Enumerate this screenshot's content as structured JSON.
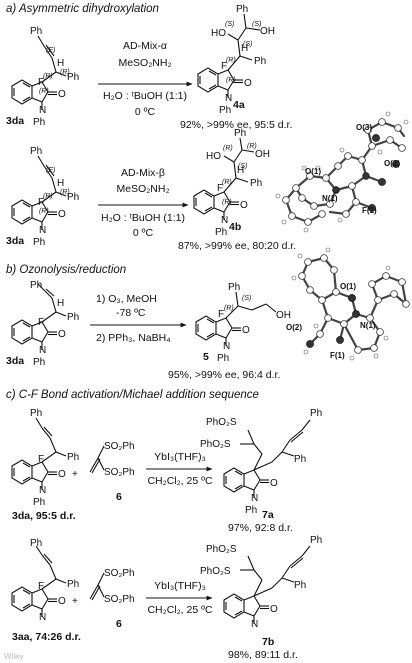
{
  "sections": {
    "a": "a) Asymmetric dihydroxylation",
    "b": "b) Ozonolysis/reduction",
    "c": "c) C-F Bond activation/Michael addition sequence"
  },
  "atoms": {
    "Ph": "Ph",
    "F": "F",
    "N": "N",
    "O": "O",
    "H": "H",
    "HO": "HO",
    "OH": "OH",
    "E": "(E)",
    "R": "(R)",
    "S": "(S)",
    "PhO2S": "PhO₂S",
    "SO2Ph": "SO₂Ph",
    "plus": "+"
  },
  "rxn1": {
    "sm_label": "3da",
    "cond": [
      "AD-Mix-α",
      "MeSO₂NH₂",
      "H₂O : ᵗBuOH (1:1)",
      "0 ºC"
    ],
    "prod_label": "4a",
    "result": "92%, >99% ee, 95:5 d.r."
  },
  "rxn2": {
    "sm_label": "3da",
    "cond": [
      "AD-Mix-β",
      "MeSO₂NH₂",
      "H₂O : ᵗBuOH (1:1)",
      "0 ºC"
    ],
    "prod_label": "4b",
    "result": "87%, >99% ee, 80:20 d.r.",
    "xray_labels": [
      "O(3)",
      "O(2)",
      "O(1)",
      "F(1)",
      "N(1)"
    ]
  },
  "rxn3": {
    "sm_label": "3da",
    "cond": [
      "1) O₃, MeOH",
      "-78 ºC",
      "2) PPh₃, NaBH₄"
    ],
    "prod_label": "5",
    "result": "95%, >99% ee, 96:4 d.r.",
    "xray_labels": [
      "O(1)",
      "O(2)",
      "N(1)",
      "F(1)"
    ]
  },
  "rxn4": {
    "sm_label": "3da, 95:5 d.r.",
    "reagent_label": "6",
    "cond": [
      "YbI₃(THF)₃",
      "CH₂Cl₂, 25 ºC"
    ],
    "prod_label": "7a",
    "result": "97%, 92:8 d.r."
  },
  "rxn5": {
    "sm_label": "3aa, 74:26 d.r.",
    "reagent_label": "6",
    "cond": [
      "YbI₃(THF)₃",
      "CH₂Cl₂, 25 ºC"
    ],
    "prod_label": "7b",
    "result": "98%, 89:11 d.r."
  },
  "watermark": "Wiley"
}
